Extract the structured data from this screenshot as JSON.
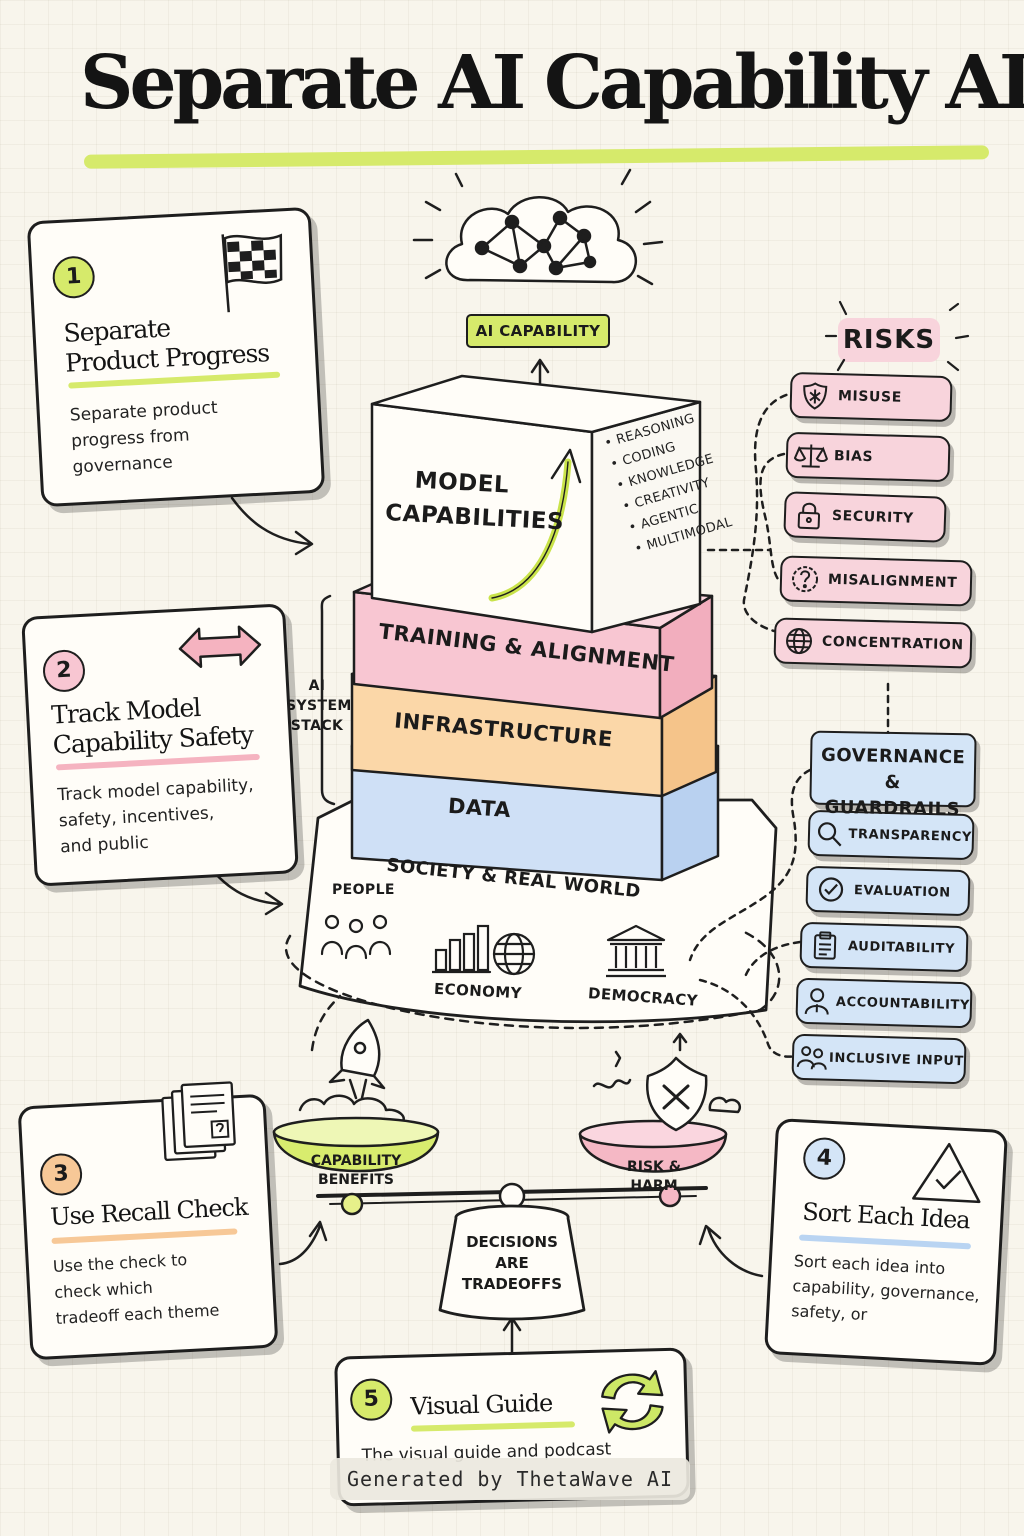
{
  "title": "Separate AI Capability AI",
  "capability": {
    "badge": "AI CAPABILITY",
    "model_label_1": "MODEL",
    "model_label_2": "CAPABILITIES",
    "items": [
      "• REASONING",
      "• CODING",
      "• KNOWLEDGE",
      "• CREATIVITY",
      "• AGENTIC",
      "• MULTIMODAL"
    ]
  },
  "stack": {
    "side_label_1": "AI",
    "side_label_2": "SYSTEM",
    "side_label_3": "STACK",
    "training": "TRAINING & ALIGNMENT",
    "infrastructure": "INFRASTRUCTURE",
    "data": "DATA"
  },
  "society": {
    "title": "SOCIETY & REAL WORLD",
    "people": "PEOPLE",
    "economy": "ECONOMY",
    "democracy": "DEMOCRACY"
  },
  "risks": {
    "heading": "RISKS",
    "items": [
      {
        "label": "MISUSE",
        "icon": "shield-icon"
      },
      {
        "label": "BIAS",
        "icon": "scales-icon"
      },
      {
        "label": "SECURITY",
        "icon": "lock-icon"
      },
      {
        "label": "MISALIGNMENT",
        "icon": "question-icon"
      },
      {
        "label": "CONCENTRATION",
        "icon": "globe-icon"
      }
    ]
  },
  "governance": {
    "heading_1": "GOVERNANCE &",
    "heading_2": "GUARDRAILS",
    "items": [
      {
        "label": "TRANSPARENCY",
        "icon": "magnifier-icon"
      },
      {
        "label": "EVALUATION",
        "icon": "check-circle-icon"
      },
      {
        "label": "AUDITABILITY",
        "icon": "clipboard-icon"
      },
      {
        "label": "ACCOUNTABILITY",
        "icon": "person-icon"
      },
      {
        "label": "INCLUSIVE INPUT",
        "icon": "group-icon"
      }
    ]
  },
  "cards": {
    "c1": {
      "num": "1",
      "title_1": "Separate",
      "title_2": "Product Progress",
      "body_1": "Separate product",
      "body_2": "progress from",
      "body_3": "governance",
      "icon": "checkered-flag-icon",
      "color": "#d6ea6b"
    },
    "c2": {
      "num": "2",
      "title_1": "Track Model",
      "title_2": "Capability Safety",
      "body_1": "Track model capability,",
      "body_2": "safety, incentives,",
      "body_3": "and public",
      "icon": "double-arrow-icon",
      "color": "#f5b3c0"
    },
    "c3": {
      "num": "3",
      "title_1": "Use Recall Check",
      "body_1": "Use the check to",
      "body_2": "check which",
      "body_3": "tradeoff each theme",
      "icon": "documents-icon",
      "color": "#f7c897"
    },
    "c4": {
      "num": "4",
      "title_1": "Sort Each Idea",
      "body_1": "Sort each idea into",
      "body_2": "capability, governance,",
      "body_3": "safety, or",
      "icon": "warning-check-icon",
      "color": "#b9d4f2"
    },
    "c5": {
      "num": "5",
      "title_1": "Visual Guide",
      "body_1": "The visual guide and podcast",
      "icon": "cycle-arrows-icon",
      "color": "#d6ea6b"
    }
  },
  "scale": {
    "benefits_1": "CAPABILITY",
    "benefits_2": "BENEFITS",
    "harm_1": "RISK &",
    "harm_2": "HARM",
    "decision_1": "DECISIONS",
    "decision_2": "ARE",
    "decision_3": "TRADEOFFS"
  },
  "watermark": "Generated by ThetaWave AI"
}
